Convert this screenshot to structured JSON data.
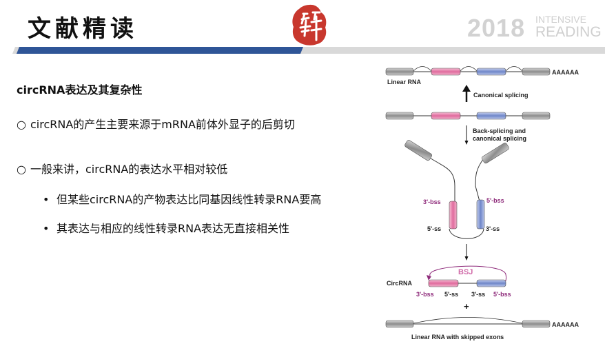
{
  "header": {
    "title": "文献精读",
    "year": "2018",
    "tag_top": "INTENSIVE",
    "tag_bottom": "READING",
    "colors": {
      "bar_blue": "#2f5597",
      "bar_gray": "#d9d9d9",
      "seal_red": "#c8372d"
    }
  },
  "content": {
    "section_title": "circRNA表达及其复杂性",
    "bullets": [
      "circRNA的产生主要来源于mRNA前体外显子的后剪切",
      "一般来讲，circRNA的表达水平相对较低"
    ],
    "sub_bullets": [
      "但某些circRNA的产物表达比同基因线性转录RNA要高",
      "其表达与相应的线性转录RNA表达无直接相关性"
    ],
    "markers": {
      "circle": "○",
      "dot": "•"
    }
  },
  "figure": {
    "linear_rna": "Linear RNA",
    "polya_top": "AAAAAA",
    "canonical_splicing": "Canonical splicing",
    "back_splicing_1": "Back-splicing and",
    "back_splicing_2": "canonical splicing",
    "bss3": "3'-bss",
    "bss5": "5'-bss",
    "ss5": "5'-ss",
    "ss3": "3'-ss",
    "bsj": "BSJ",
    "circrna": "CircRNA",
    "plus": "+",
    "polya_bottom": "AAAAAA",
    "skipped": "Linear RNA with skipped exons",
    "colors": {
      "gray_exon": "#8c8c8c",
      "pink_exon": "#e06b9d",
      "blue_exon": "#6f86c9",
      "bss_label": "#8e2a7a"
    }
  }
}
